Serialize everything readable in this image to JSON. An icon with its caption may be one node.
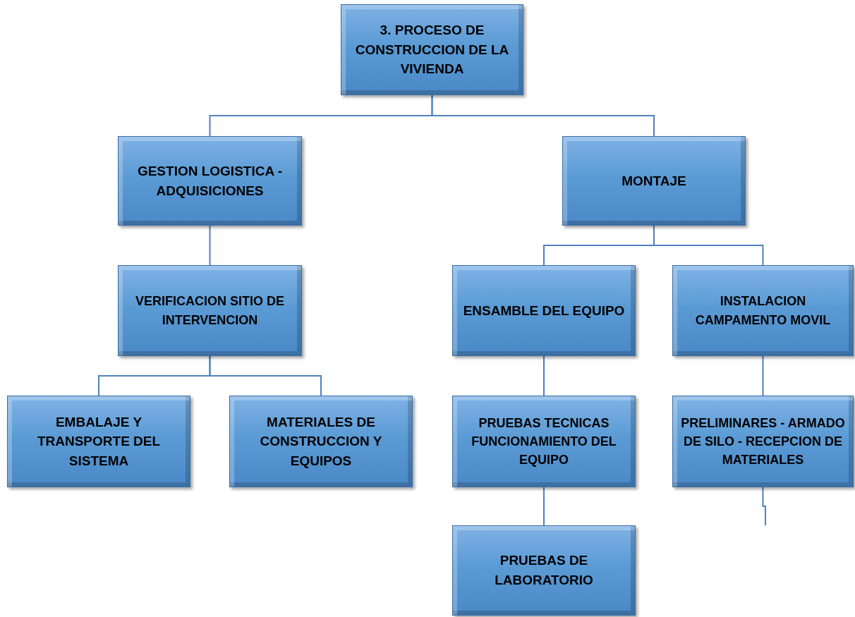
{
  "diagram": {
    "nodes": [
      {
        "text": [
          "3. PROCESO DE CONSTRUCCION DE LA VIVIENDA"
        ]
      },
      {
        "text": [
          "GESTION LOGISTICA - ADQUISICIONES"
        ]
      },
      {
        "text": [
          "MONTAJE"
        ]
      },
      {
        "text": [
          "VERIFICACION SITIO DE INTERVENCION"
        ]
      },
      {
        "text": [
          "ENSAMBLE DEL EQUIPO"
        ]
      },
      {
        "text": [
          "INSTALACION CAMPAMENTO MOVIL"
        ]
      },
      {
        "text": [
          "EMBALAJE Y TRANSPORTE DEL SISTEMA"
        ]
      },
      {
        "text": [
          "MATERIALES DE CONSTRUCCION Y EQUIPOS"
        ]
      },
      {
        "text": [
          "PRUEBAS TECNICAS FUNCIONAMIENTO DEL EQUIPO"
        ]
      },
      {
        "text": [
          "PRELIMINARES - ARMADO DE SILO - RECEPCION DE MATERIALES"
        ]
      },
      {
        "text": [
          "PRUEBAS DE LABORATORIO"
        ]
      }
    ],
    "edges": [
      {
        "from": 0,
        "to": 1,
        "arrow": "none"
      },
      {
        "from": 0,
        "to": 2,
        "arrow": "none"
      },
      {
        "from": 1,
        "to": 3,
        "arrow": "none"
      },
      {
        "from": 3,
        "to": 6,
        "arrow": "none"
      },
      {
        "from": 3,
        "to": 7,
        "arrow": "none"
      },
      {
        "from": 2,
        "to": 4,
        "arrow": "none"
      },
      {
        "from": 2,
        "to": 5,
        "arrow": "none"
      },
      {
        "from": 4,
        "to": 8,
        "arrow": "none"
      },
      {
        "from": 8,
        "to": 10,
        "arrow": "none"
      },
      {
        "from": 5,
        "to": 9,
        "arrow": "none"
      },
      {
        "from": 9,
        "to": null,
        "arrow": "none"
      }
    ]
  }
}
